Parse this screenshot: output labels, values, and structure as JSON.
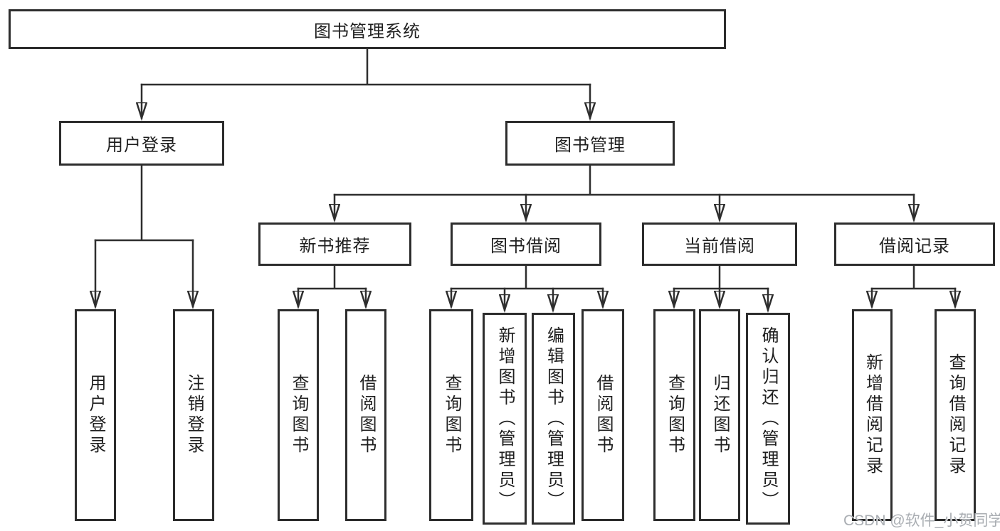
{
  "watermark": "CSDN @软件_小贺同学",
  "colors": {
    "background": "#ffffff",
    "box_border": "#2d2d2d",
    "connector_line": "#2e2e2e",
    "text": "#1f1f1f",
    "watermark_text": "#a9adb2"
  },
  "nodes": {
    "root": {
      "label": "图书管理系统"
    },
    "level2": [
      {
        "label": "用户登录"
      },
      {
        "label": "图书管理"
      }
    ],
    "level3": [
      {
        "label": "新书推荐"
      },
      {
        "label": "图书借阅"
      },
      {
        "label": "当前借阅"
      },
      {
        "label": "借阅记录"
      }
    ],
    "leaves": {
      "userLogin": [
        {
          "label": "用户登录"
        },
        {
          "label": "注销登录"
        }
      ],
      "newBooks": [
        {
          "label": "查询图书"
        },
        {
          "label": "借阅图书"
        }
      ],
      "bookBorrow": [
        {
          "label": "查询图书"
        },
        {
          "label": "新增图书（管理员）"
        },
        {
          "label": "编辑图书（管理员）"
        },
        {
          "label": "借阅图书"
        }
      ],
      "currentBorrow": [
        {
          "label": "查询图书"
        },
        {
          "label": "归还图书"
        },
        {
          "label": "确认归还（管理员）"
        }
      ],
      "borrowRecords": [
        {
          "label": "新增借阅记录"
        },
        {
          "label": "查询借阅记录"
        }
      ]
    }
  }
}
